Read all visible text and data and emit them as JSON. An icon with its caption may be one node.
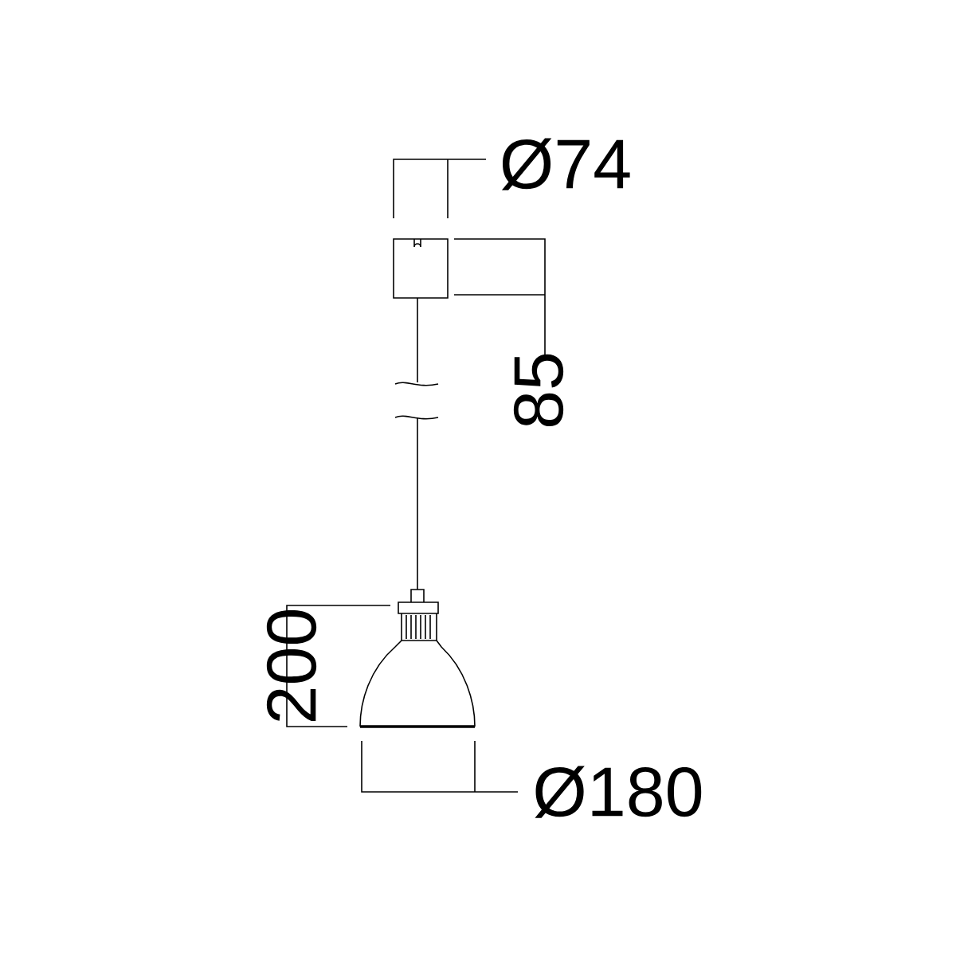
{
  "diagram": {
    "labels": [
      "Ø74",
      "85",
      "200",
      "Ø180"
    ]
  }
}
